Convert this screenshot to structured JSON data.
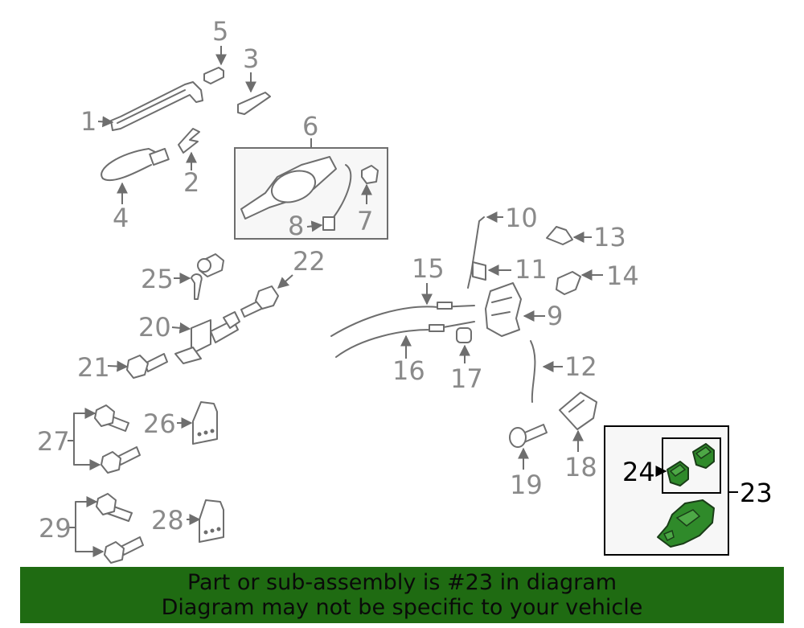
{
  "labels": {
    "l1": "1",
    "l2": "2",
    "l3": "3",
    "l4": "4",
    "l5": "5",
    "l6": "6",
    "l7": "7",
    "l8": "8",
    "l9": "9",
    "l10": "10",
    "l11": "11",
    "l12": "12",
    "l13": "13",
    "l14": "14",
    "l15": "15",
    "l16": "16",
    "l17": "17",
    "l18": "18",
    "l19": "19",
    "l20": "20",
    "l21": "21",
    "l22": "22",
    "l23": "23",
    "l24": "24",
    "l25": "25",
    "l26": "26",
    "l27": "27",
    "l28": "28",
    "l29": "29"
  },
  "highlight": {
    "part_number": "23",
    "color": "#2f8a2a"
  },
  "banner": {
    "line1": "Part or sub-assembly is #23 in diagram",
    "line2": "Diagram may not be specific to your vehicle",
    "background": "#1f6b12"
  }
}
